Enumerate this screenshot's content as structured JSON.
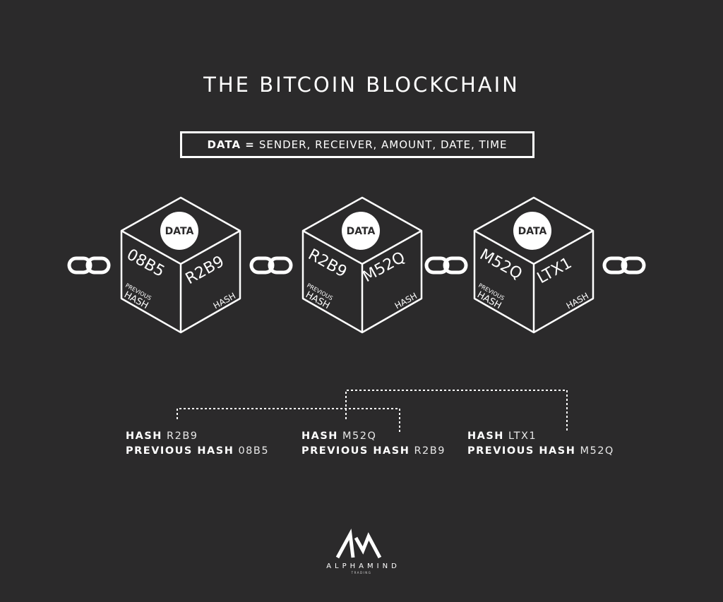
{
  "title": "THE BITCOIN BLOCKCHAIN",
  "data_definition": {
    "key": "DATA =",
    "value": "SENDER, RECEIVER, AMOUNT, DATE, TIME"
  },
  "blocks": [
    {
      "data_label": "DATA",
      "prev_hash": "08B5",
      "hash": "R2B9",
      "prev_hash_label": [
        "PREVIOUS",
        "HASH"
      ],
      "hash_label": "HASH"
    },
    {
      "data_label": "DATA",
      "prev_hash": "R2B9",
      "hash": "M52Q",
      "prev_hash_label": [
        "PREVIOUS",
        "HASH"
      ],
      "hash_label": "HASH"
    },
    {
      "data_label": "DATA",
      "prev_hash": "M52Q",
      "hash": "LTX1",
      "prev_hash_label": [
        "PREVIOUS",
        "HASH"
      ],
      "hash_label": "HASH"
    }
  ],
  "details": [
    {
      "hash_key": "HASH",
      "hash_value": "R2B9",
      "prev_key": "PREVIOUS HASH",
      "prev_value": "08B5"
    },
    {
      "hash_key": "HASH",
      "hash_value": "M52Q",
      "prev_key": "PREVIOUS HASH",
      "prev_value": "R2B9"
    },
    {
      "hash_key": "HASH",
      "hash_value": "LTX1",
      "prev_key": "PREVIOUS HASH",
      "prev_value": "M52Q"
    }
  ],
  "links_count": 4,
  "logo": {
    "brand": "ALPHAMIND",
    "sub": "TRADING"
  },
  "colors": {
    "background": "#2b2a2b",
    "foreground": "#ffffff"
  }
}
